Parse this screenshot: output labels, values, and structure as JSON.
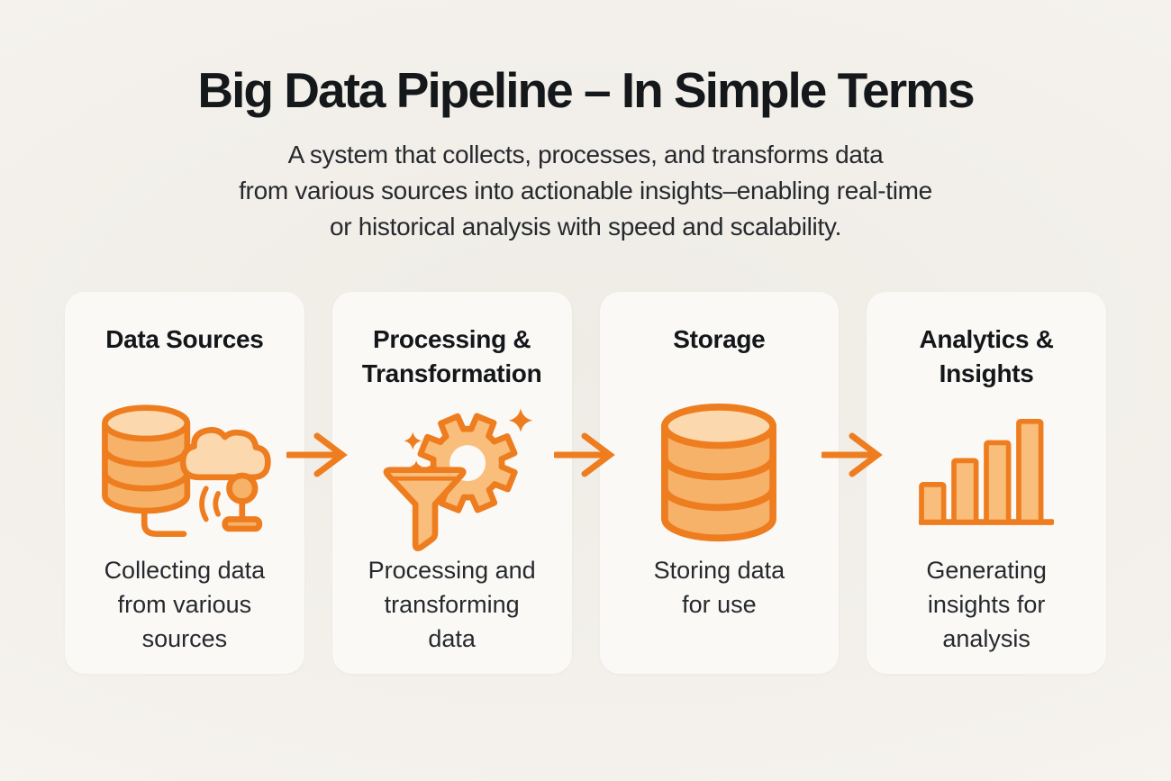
{
  "header": {
    "title": "Big Data Pipeline – In Simple Terms",
    "subtitle_lines": [
      "A system that collects, processes, and transforms data",
      "from various sources into actionable insights–enabling real-time",
      "or historical analysis with speed and scalability."
    ]
  },
  "cards": [
    {
      "title": "Data Sources",
      "icon": "data-sources-icon",
      "caption": "Collecting data from various sources",
      "caption_lines": [
        "Collecting data",
        "from various",
        "sources"
      ]
    },
    {
      "title": "Processing & Transformation",
      "icon": "processing-icon",
      "caption": "Processing and transforming data",
      "caption_lines": [
        "Processing and",
        "transforming",
        "data"
      ]
    },
    {
      "title": "Storage",
      "icon": "storage-icon",
      "caption": "Storing data for use",
      "caption_lines": [
        "Storing data",
        "for use"
      ]
    },
    {
      "title": "Analytics & Insights",
      "icon": "analytics-icon",
      "caption": "Generating insights for analysis",
      "caption_lines": [
        "Generating",
        "insights for",
        "analysis"
      ]
    }
  ],
  "flow": {
    "direction": "left-to-right",
    "arrow_count": 3
  },
  "colors": {
    "background_center": "#EFECE6",
    "background_edge": "#FAF8F5",
    "card_background": "#FAF9F6",
    "title_text": "#15181B",
    "body_text": "#26292D",
    "accent_orange": "#EE7D1F",
    "icon_fill_mid": "#F7B269",
    "icon_fill_light": "#FBD8AD",
    "icon_fill_soft": "#F9BE7C"
  }
}
